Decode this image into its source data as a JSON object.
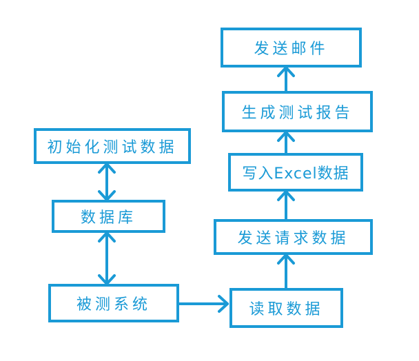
{
  "colors": {
    "line": "#1a9ad6",
    "text": "#1a9ad6",
    "background": "#ffffff"
  },
  "nodes": {
    "init_data": "初始化测试数据",
    "database": "数据库",
    "system_under_test": "被测系统",
    "read_data": "读取数据",
    "send_request": "发送请求数据",
    "write_excel": "写入Excel数据",
    "generate_report": "生成测试报告",
    "send_email": "发送邮件"
  },
  "edges": [
    {
      "from": "init_data",
      "to": "database",
      "direction": "both"
    },
    {
      "from": "database",
      "to": "system_under_test",
      "direction": "both"
    },
    {
      "from": "system_under_test",
      "to": "read_data",
      "direction": "forward"
    },
    {
      "from": "read_data",
      "to": "send_request",
      "direction": "forward"
    },
    {
      "from": "send_request",
      "to": "write_excel",
      "direction": "forward"
    },
    {
      "from": "write_excel",
      "to": "generate_report",
      "direction": "forward"
    },
    {
      "from": "generate_report",
      "to": "send_email",
      "direction": "forward"
    }
  ]
}
